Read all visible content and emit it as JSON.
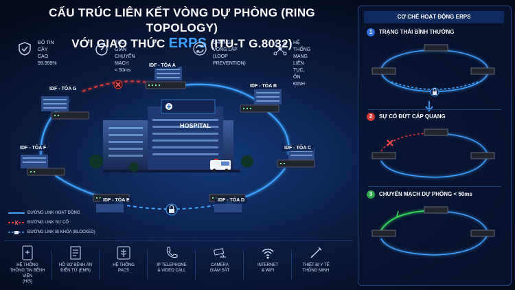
{
  "header": {
    "title_line1": "CẤU TRÚC LIÊN KẾT VÒNG DỰ PHÒNG (RING TOPOLOGY)",
    "title_line2_prefix": "VỚI GIAO THỨC ",
    "title_erps": "ERPS",
    "title_line2_suffix": " (ITU-T G.8032)"
  },
  "features": [
    {
      "icon": "shield-check-icon",
      "text": "ĐỘ TIN CẬY CAO\n99.999%"
    },
    {
      "icon": "speedometer-icon",
      "text": "THỜI GIAN CHUYỂN MẠCH\n< 50ms"
    },
    {
      "icon": "loop-arrows-icon",
      "text": "CHỐNG VÒNG LẶP\n(LOOP PREVENTION)"
    },
    {
      "icon": "network-icon",
      "text": "HỆ THỐNG MẠNG\nLIÊN TỤC, ỔN ĐỊNH"
    }
  ],
  "diagram": {
    "building_sign": "HOSPITAL",
    "nodes": [
      "IDF - TÒA A",
      "IDF - TÒA B",
      "IDF - TÒA C",
      "IDF - TÒA D",
      "IDF - TÒA E",
      "IDF - TÒA F",
      "IDF - TÒA G"
    ]
  },
  "legend": [
    {
      "type": "active",
      "text": "ĐƯỜNG LINK HOẠT ĐỘNG"
    },
    {
      "type": "fault",
      "text": "ĐƯỜNG LINK SỰ CỐ"
    },
    {
      "type": "blocked",
      "text": "ĐƯỜNG LINK BỊ KHÓA (BLOCKED)"
    }
  ],
  "services": [
    {
      "icon": "tablet-icon",
      "text": "HỆ THỐNG\nTHÔNG TIN BỆNH VIỆN\n(HIS)"
    },
    {
      "icon": "medical-record-icon",
      "text": "HỒ SƠ BỆNH ÁN\nĐIỆN TỬ (EMR)"
    },
    {
      "icon": "xray-icon",
      "text": "HỆ THỐNG\nPACS"
    },
    {
      "icon": "phone-icon",
      "text": "IP TELEPHONE\n& VIDEO CALL"
    },
    {
      "icon": "cctv-camera-icon",
      "text": "CAMERA\nGIÁM SÁT"
    },
    {
      "icon": "wifi-icon",
      "text": "INTERNET\n& WIFI"
    },
    {
      "icon": "syringe-icon",
      "text": "THIẾT BỊ Y TẾ\nTHÔNG MINH"
    }
  ],
  "panel": {
    "title": "CƠ CHẾ HOẠT ĐỘNG ERPS",
    "steps": [
      {
        "num": "1",
        "color": "#2f6fd8",
        "text": "TRẠNG THÁI BÌNH THƯỜNG"
      },
      {
        "num": "2",
        "color": "#d83a3a",
        "text": "SỰ CỐ ĐỨT CÁP QUANG"
      },
      {
        "num": "3",
        "color": "#2fa84a",
        "text": "CHUYỂN MẠCH DỰ PHÒNG < 50ms"
      }
    ]
  },
  "colors": {
    "active": "#3ea2ff",
    "fault": "#e53935",
    "backup": "#36d35a",
    "accent": "#3ea2ff"
  }
}
